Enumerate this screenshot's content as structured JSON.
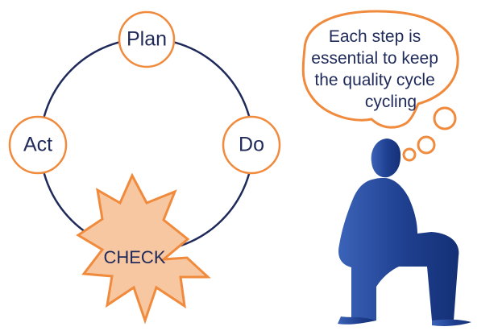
{
  "cycle": {
    "plan": "Plan",
    "do": "Do",
    "check": "CHECK",
    "act": "Act"
  },
  "thought_bubble": {
    "lines": [
      "Each step is",
      "essential to keep",
      "the quality cycle",
      "cycling"
    ]
  },
  "colors": {
    "ring": "#1f2a5a",
    "node_stroke": "#f08a3c",
    "check_fill": "#f7c7a1",
    "person": "#1f3f8f",
    "text": "#1f2a5a"
  },
  "icons": {
    "person": "seated-thinking-person-icon"
  }
}
